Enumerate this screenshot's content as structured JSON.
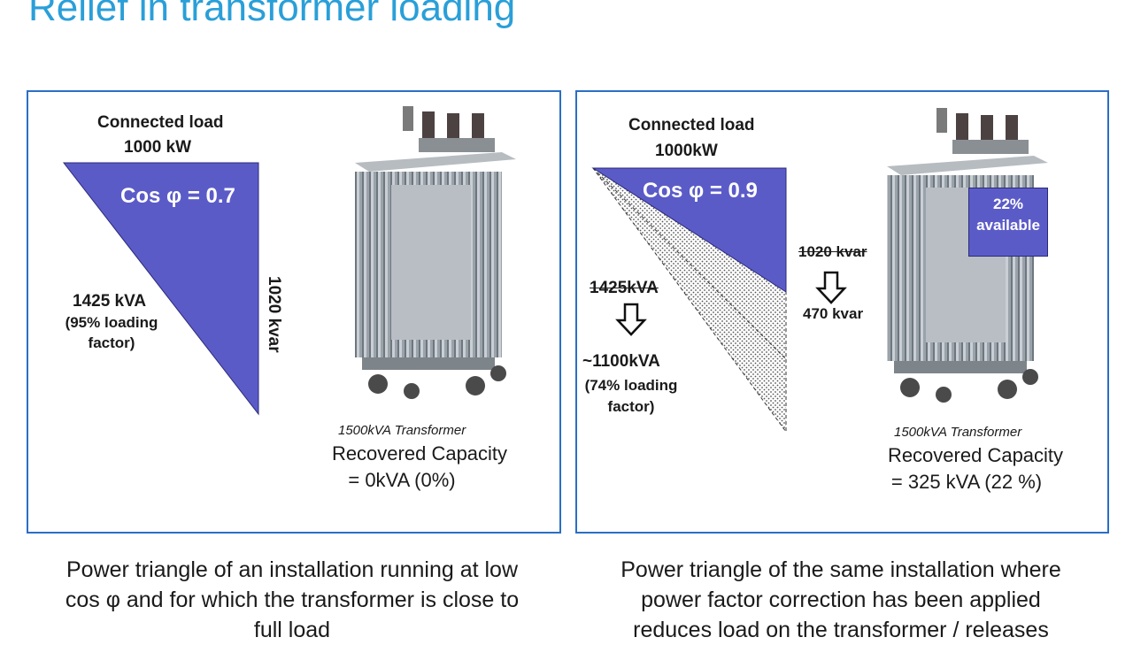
{
  "slide": {
    "title": "Relief in transformer loading"
  },
  "left_panel": {
    "connected_load_label": "Connected load",
    "kw_value": "1000 kW",
    "cos_label": "Cos φ = 0.7",
    "kvar_label": "1020 kvar",
    "kva_value": "1425 kVA",
    "loading_line1": "(95% loading",
    "loading_line2": "factor)",
    "transformer_label": "1500kVA Transformer",
    "recovered_label": "Recovered Capacity",
    "recovered_value": "= 0kVA (0%)"
  },
  "right_panel": {
    "connected_load_label": "Connected load",
    "kw_value": "1000kW",
    "cos_label": "Cos φ = 0.9",
    "old_kvar": "1020 kvar",
    "new_kvar": "470 kvar",
    "old_kva": "1425kVA",
    "new_kva": "~1100kVA",
    "loading_line1": "(74% loading",
    "loading_line2": "factor)",
    "available_line1": "22%",
    "available_line2": "available",
    "transformer_label": "1500kVA Transformer",
    "recovered_label": "Recovered Capacity",
    "recovered_value": "= 325 kVA (22 %)"
  },
  "captions": {
    "left_line1": "Power triangle of an installation running at low",
    "left_line2": "cos φ and for which the transformer is close to",
    "left_line3": "full load",
    "right_line1": "Power triangle of the same installation where",
    "right_line2": "power factor correction has been applied",
    "right_line3": "reduces load on the transformer / releases"
  },
  "colors": {
    "triangle_fill": "#5b5bc8",
    "panel_border": "#2a6fc4",
    "title": "#2a9fd8"
  }
}
